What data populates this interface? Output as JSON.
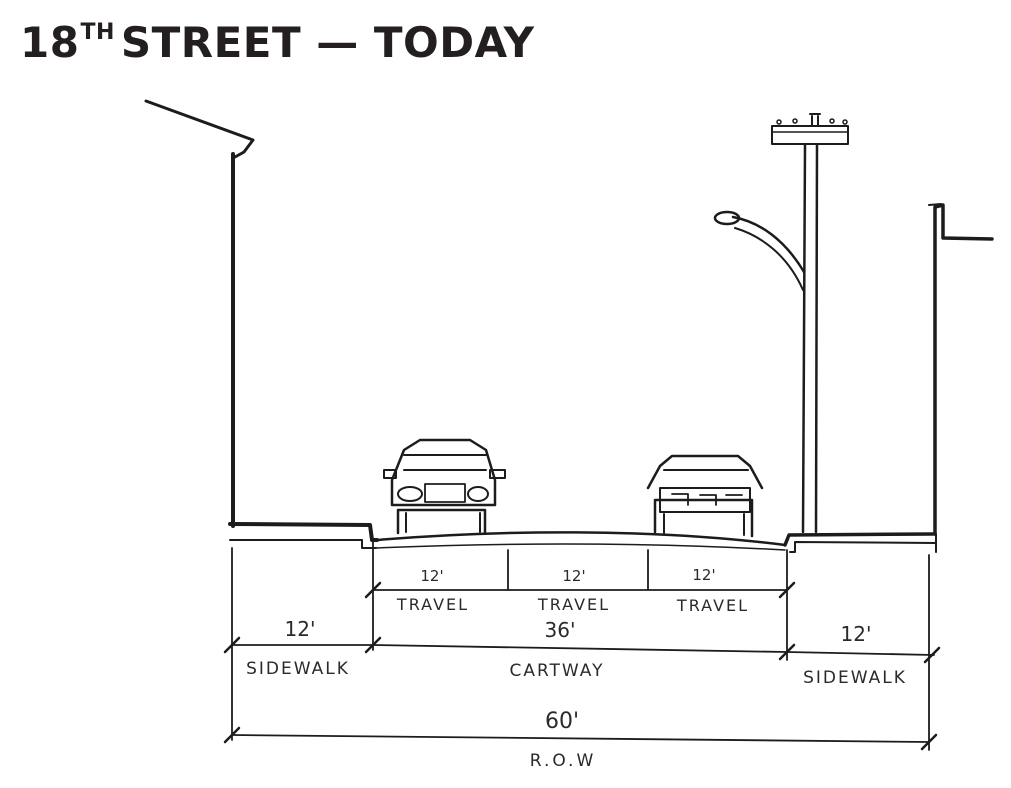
{
  "title": {
    "main": "18",
    "superscript": "TH",
    "rest": "STREET — TODAY"
  },
  "lanes": [
    {
      "width": "12'",
      "label": "TRAVEL"
    },
    {
      "width": "12'",
      "label": "TRAVEL"
    },
    {
      "width": "12'",
      "label": "TRAVEL"
    }
  ],
  "left_sidewalk": {
    "width": "12'",
    "label": "SIDEWALK"
  },
  "cartway": {
    "width": "36'",
    "label": "CARTWAY"
  },
  "right_sidewalk": {
    "width": "12'",
    "label": "SIDEWALK"
  },
  "row": {
    "width": "60'",
    "label": "R.O.W"
  },
  "colors": {
    "ink": "#231f20",
    "background": "#ffffff"
  }
}
